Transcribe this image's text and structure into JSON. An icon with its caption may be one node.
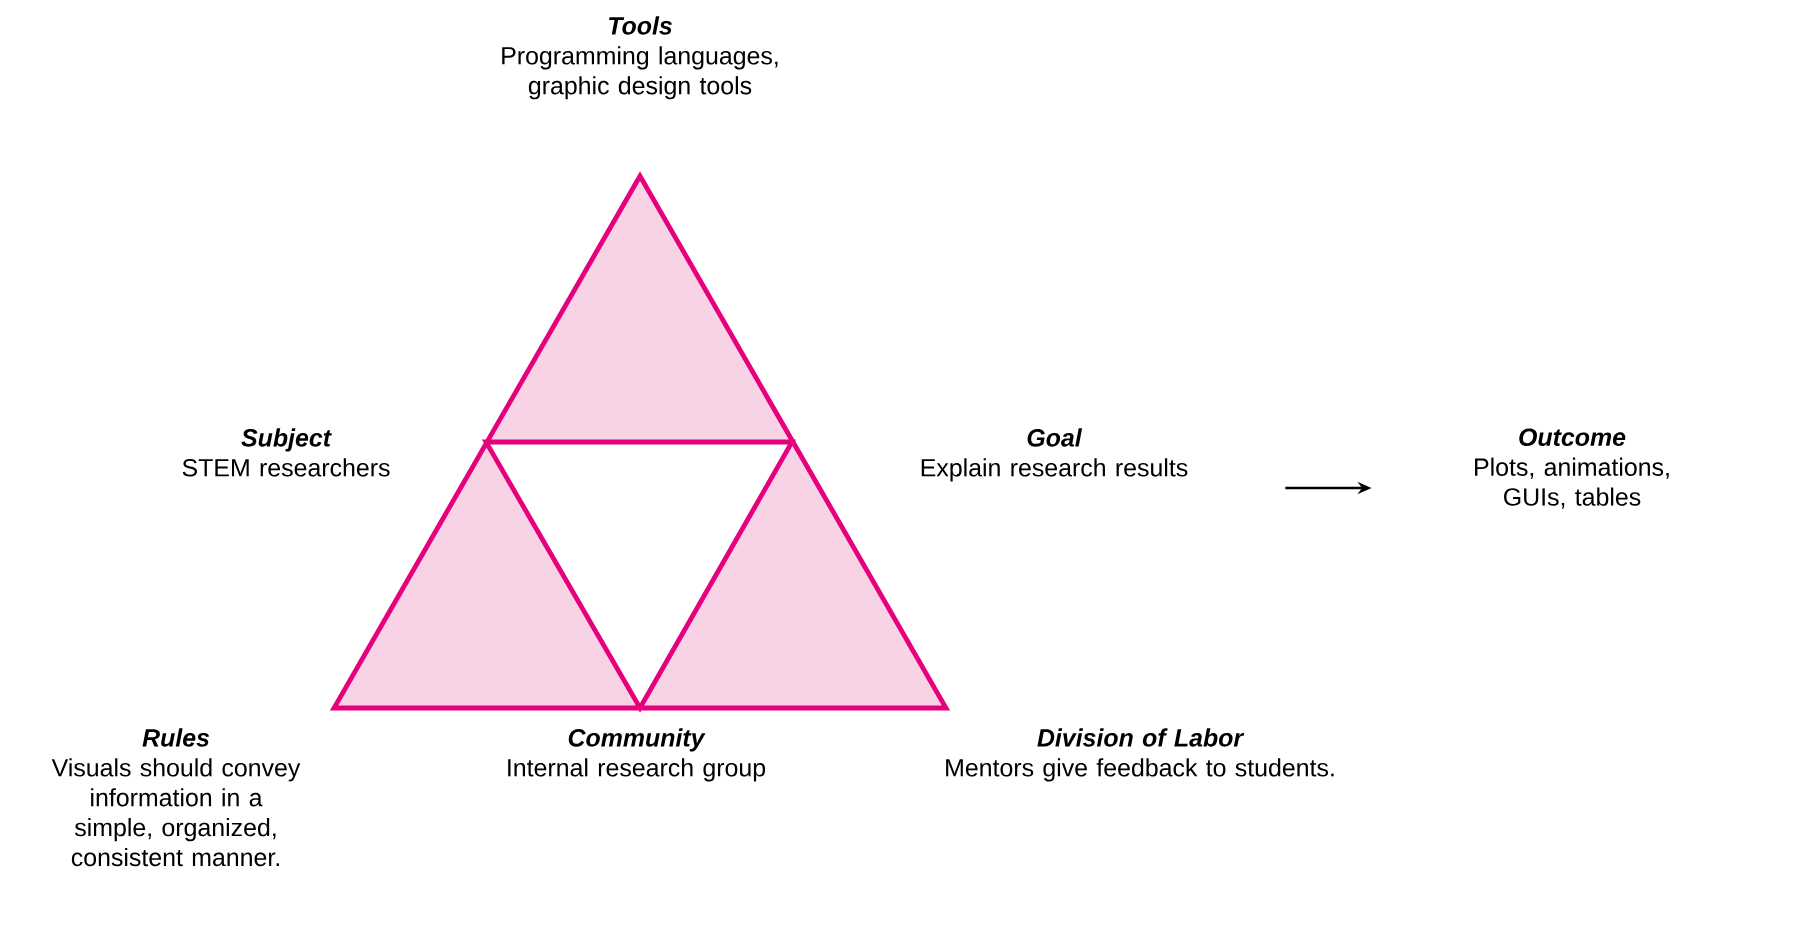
{
  "diagram": {
    "nodes": [
      {
        "text": [
          "Tools",
          "Programming languages, graphic design tools"
        ]
      },
      {
        "text": [
          "Subject",
          "STEM researchers"
        ]
      },
      {
        "text": [
          "Goal",
          "Explain research results"
        ]
      },
      {
        "text": [
          "Outcome",
          "Plots, animations, GUIs, tables"
        ]
      },
      {
        "text": [
          "Rules",
          "Visuals should convey information in a simple, organized, consistent manner."
        ]
      },
      {
        "text": [
          "Community",
          "Internal research group"
        ]
      },
      {
        "text": [
          "Division of Labor",
          "Mentors give feedback to students."
        ]
      }
    ],
    "edges": [
      {
        "from": 2,
        "to": 3,
        "arrow": "to"
      }
    ]
  }
}
